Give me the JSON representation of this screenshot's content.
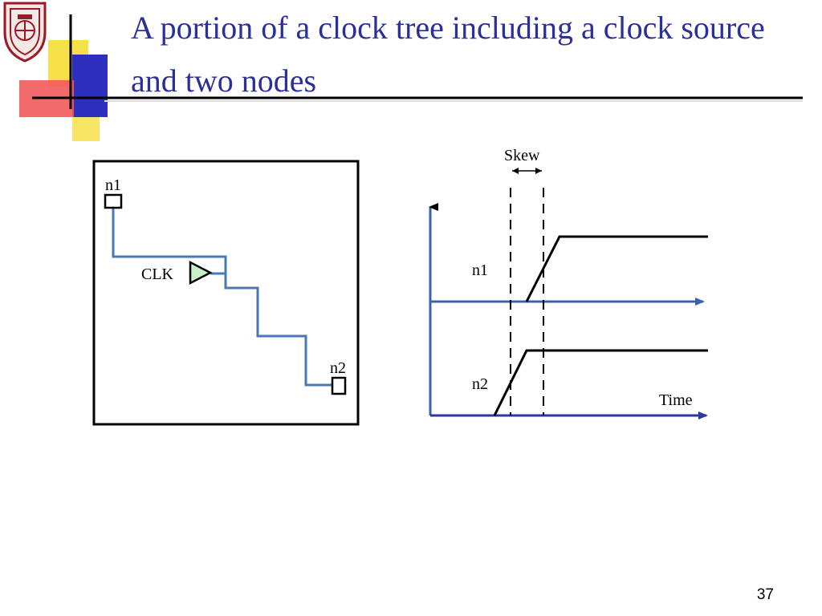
{
  "slide": {
    "title": "A portion of a clock tree including a clock source and two nodes",
    "page_number": "37"
  },
  "colors": {
    "title": "#2b2f99",
    "wire": "#4a78b5",
    "axis": "#3a63a8",
    "time_axis": "#2f36a0",
    "signal": "#000000",
    "clk_fill": "#c6efc6",
    "decor_yellow": "#f7e14b",
    "decor_red": "#f25a5a",
    "decor_blue": "#2f2fbf"
  },
  "logo": {
    "icon": "university-crest-icon"
  },
  "layout_diagram": {
    "node1_label": "n1",
    "node2_label": "n2",
    "clock_label": "CLK"
  },
  "waveform_diagram": {
    "skew_label": "Skew",
    "n1_label": "n1",
    "n2_label": "n2",
    "time_label": "Time"
  }
}
